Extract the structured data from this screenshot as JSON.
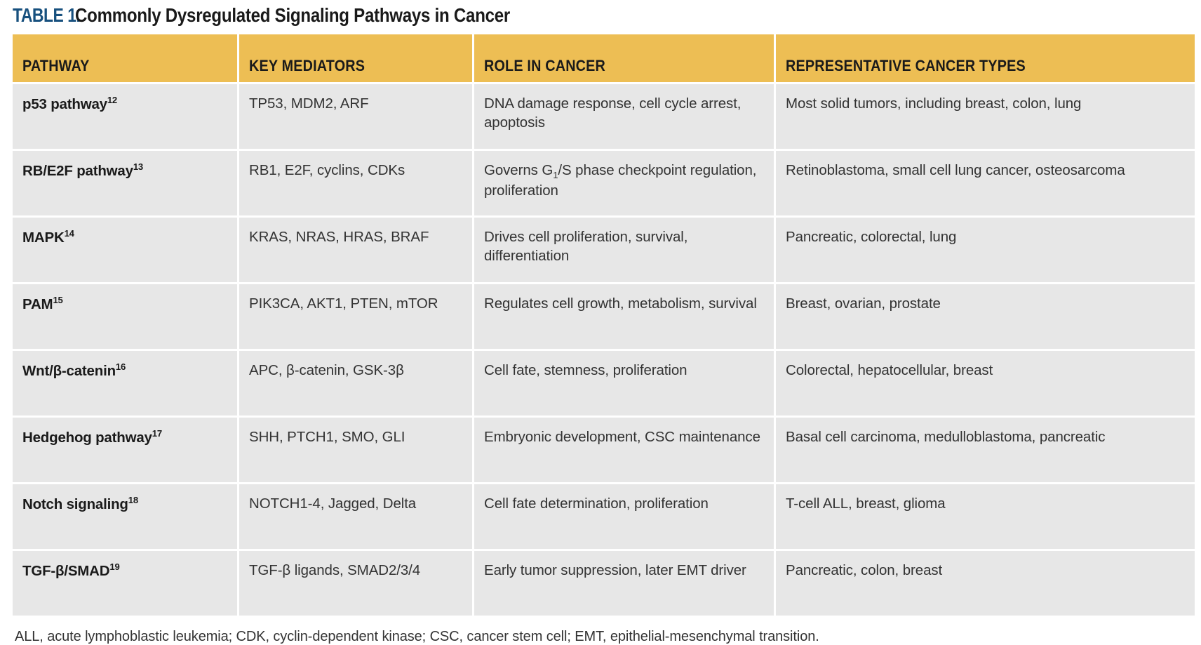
{
  "caption": {
    "label": "TABLE 1.",
    "title": "Commonly Dysregulated Signaling Pathways in Cancer"
  },
  "colors": {
    "header_gold": "#EDBE54",
    "caption_blue": "#17507E",
    "row_gray": "#E7E7E7",
    "text_dark": "#333333"
  },
  "table": {
    "columns": [
      "PATHWAY",
      "KEY MEDIATORS",
      "ROLE IN CANCER",
      "REPRESENTATIVE CANCER TYPES"
    ],
    "rows": [
      {
        "pathway": "p53 pathway",
        "ref": "12",
        "mediators": "TP53, MDM2, ARF",
        "role": "DNA damage response, cell cycle arrest, apoptosis",
        "cancers": "Most solid tumors, including breast, colon, lung"
      },
      {
        "pathway": "RB/E2F pathway",
        "ref": "13",
        "mediators": "RB1, E2F, cyclins, CDKs",
        "role": "Governs G1/S phase checkpoint regulation, proliferation",
        "cancers": "Retinoblastoma, small cell lung cancer, osteosarcoma"
      },
      {
        "pathway": "MAPK",
        "ref": "14",
        "mediators": "KRAS, NRAS, HRAS, BRAF",
        "role": "Drives cell proliferation, survival, differentiation",
        "cancers": "Pancreatic, colorectal, lung"
      },
      {
        "pathway": "PAM",
        "ref": "15",
        "mediators": "PIK3CA, AKT1, PTEN, mTOR",
        "role": "Regulates cell growth, metabolism, survival",
        "cancers": "Breast, ovarian, prostate"
      },
      {
        "pathway": "Wnt/β-catenin",
        "ref": "16",
        "mediators": "APC, β-catenin, GSK-3β",
        "role": "Cell fate, stemness, proliferation",
        "cancers": "Colorectal, hepatocellular, breast"
      },
      {
        "pathway": "Hedgehog pathway",
        "ref": "17",
        "mediators": "SHH, PTCH1, SMO, GLI",
        "role": "Embryonic development, CSC maintenance",
        "cancers": "Basal cell carcinoma, medulloblastoma, pancreatic"
      },
      {
        "pathway": "Notch signaling",
        "ref": "18",
        "mediators": "NOTCH1-4, Jagged, Delta",
        "role": "Cell fate determination, proliferation",
        "cancers": "T-cell ALL, breast, glioma"
      },
      {
        "pathway": "TGF-β/SMAD",
        "ref": "19",
        "mediators": "TGF-β ligands, SMAD2/3/4",
        "role": "Early tumor suppression, later EMT driver",
        "cancers": "Pancreatic, colon, breast"
      }
    ]
  },
  "footnote": "ALL, acute lymphoblastic leukemia; CDK, cyclin-dependent kinase; CSC, cancer stem cell; EMT, epithelial-mesenchymal transition."
}
